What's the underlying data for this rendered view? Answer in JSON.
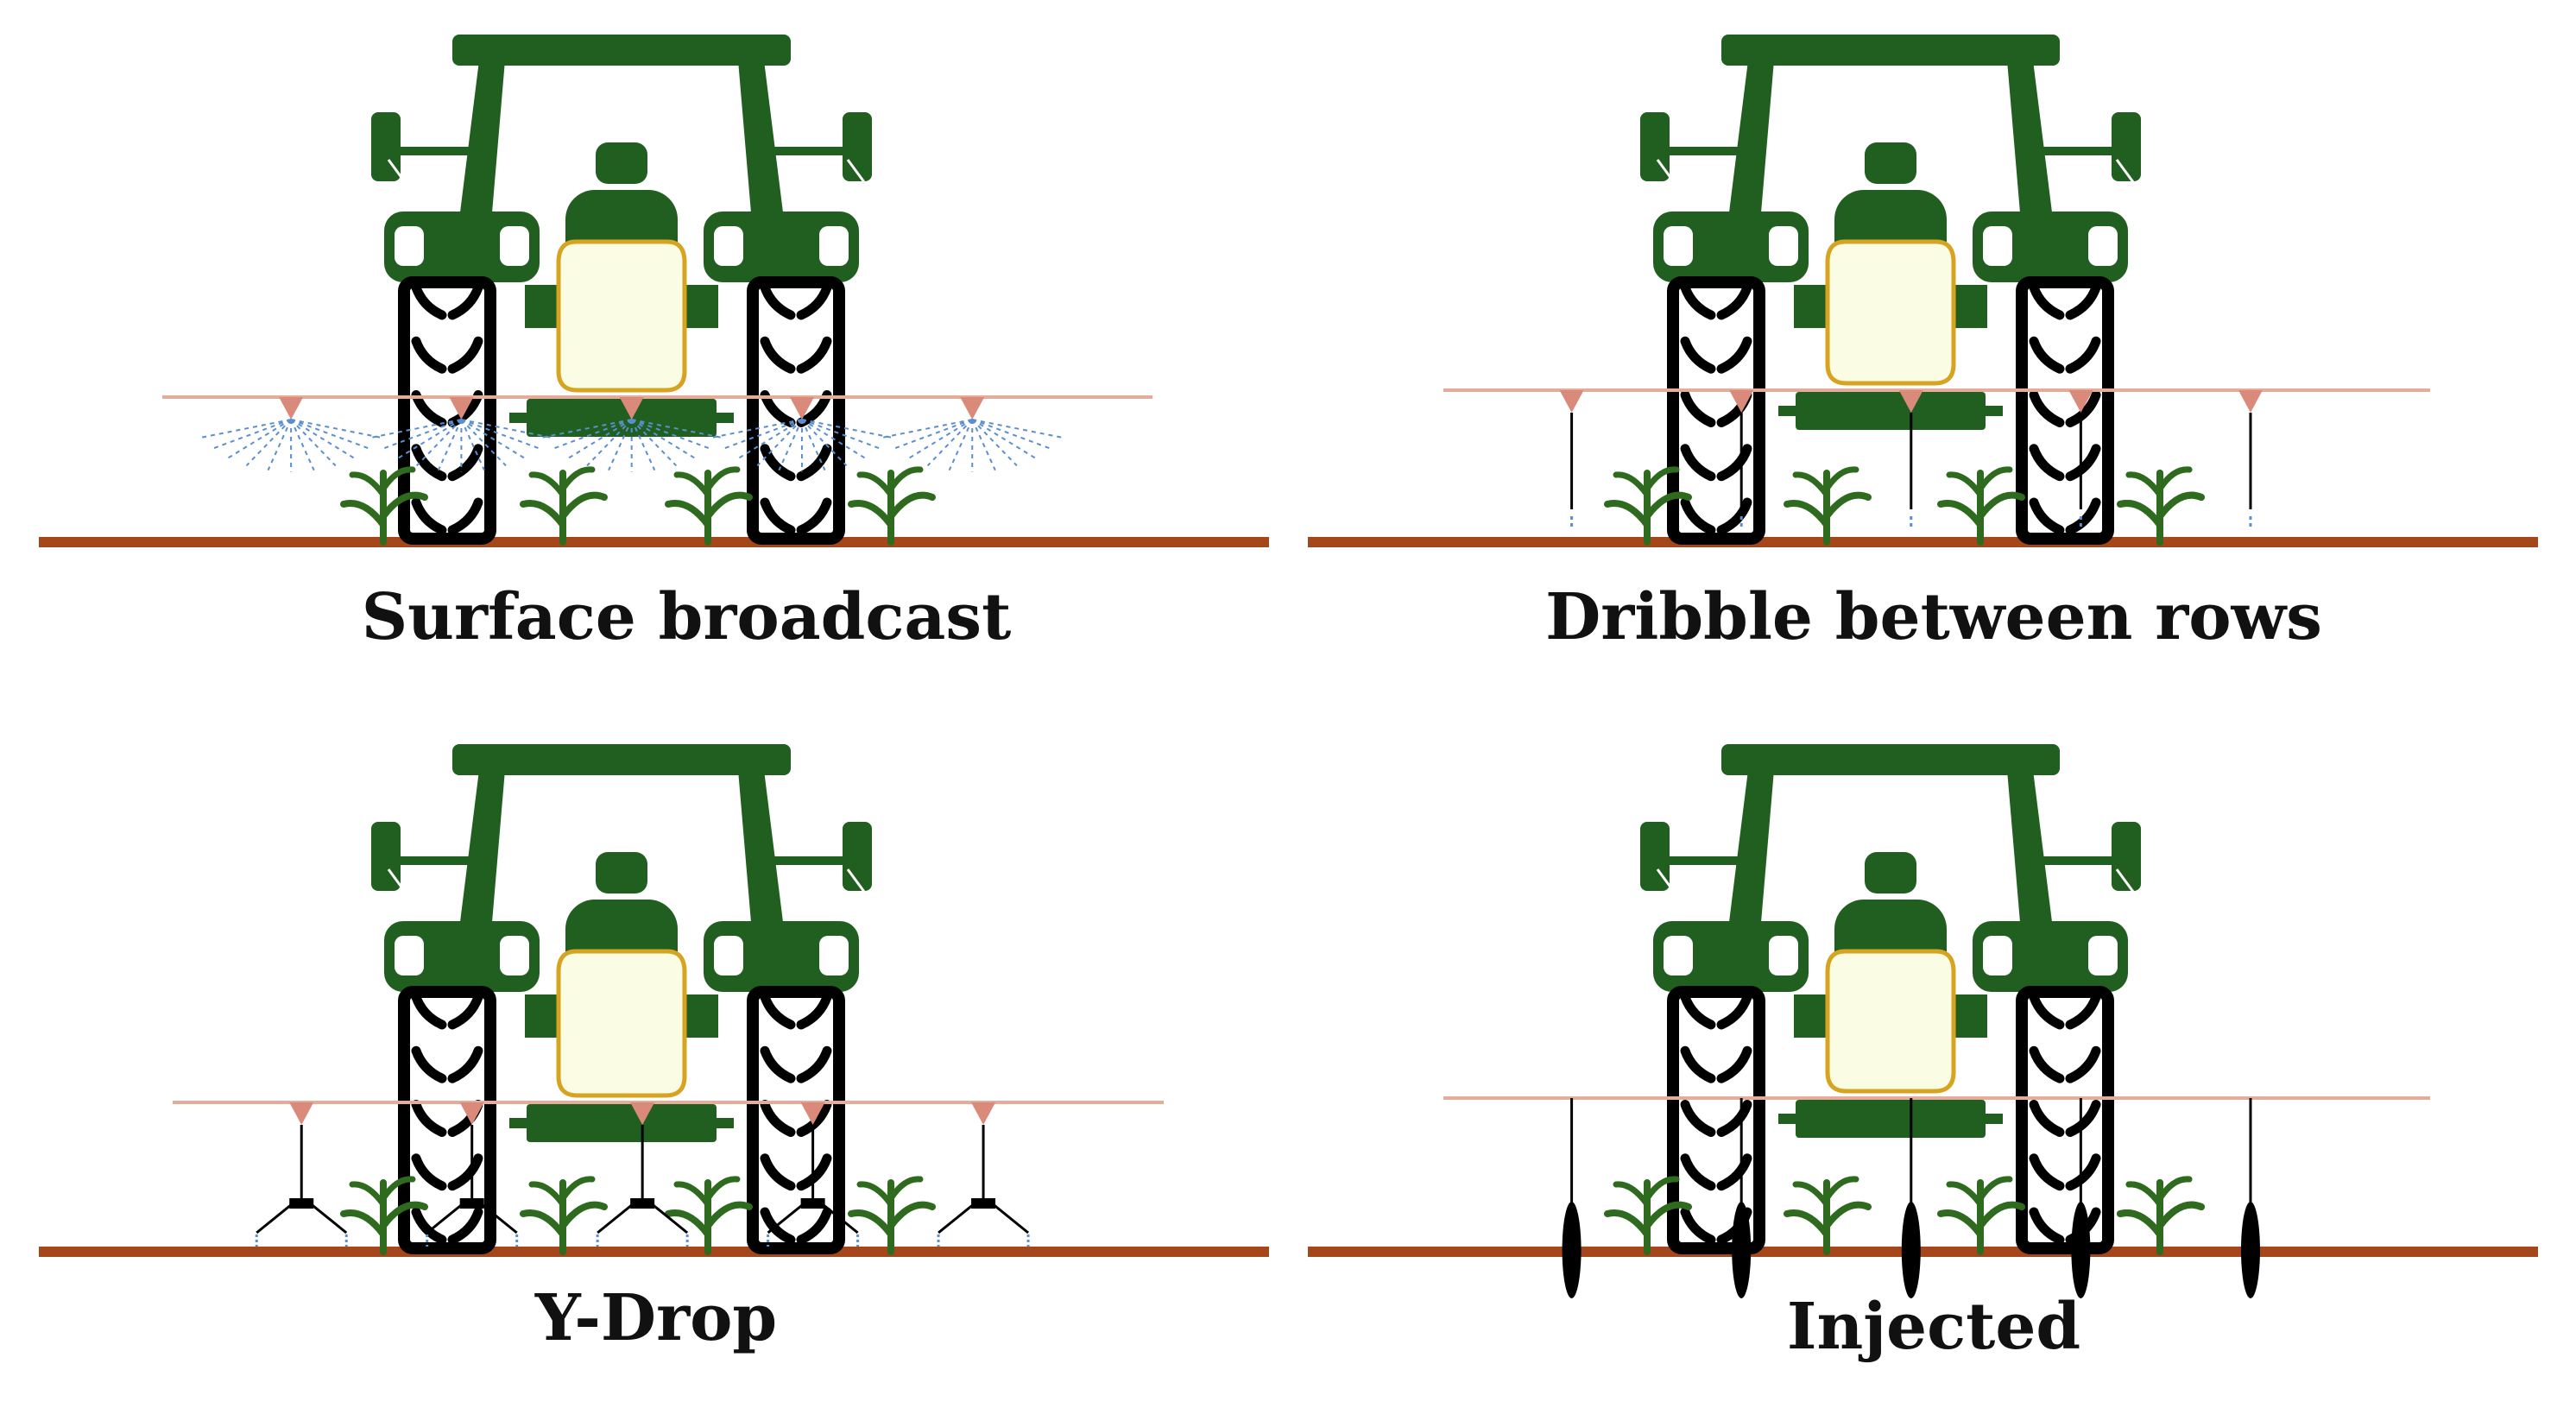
{
  "figure": {
    "panels": [
      {
        "id": "surface-broadcast",
        "caption": "Surface broadcast",
        "method": "spray"
      },
      {
        "id": "dribble-between-rows",
        "caption": "Dribble between rows",
        "method": "dribble"
      },
      {
        "id": "y-drop",
        "caption": "Y-Drop",
        "method": "ydrop"
      },
      {
        "id": "injected",
        "caption": "Injected",
        "method": "inject"
      }
    ]
  },
  "colors": {
    "tractor": "#215f20",
    "tank_fill": "#fafde4",
    "tank_outline": "#d6a421",
    "boom": "#e6ac9a",
    "nozzle": "#d98a7a",
    "spray": "#5b8fd0",
    "ground": "#a5471b",
    "plant": "#2e6b1f",
    "tire": "#000000"
  },
  "icons": {
    "tractor": "tractor-icon",
    "plant": "corn-plant-icon",
    "nozzle": "nozzle-icon"
  }
}
